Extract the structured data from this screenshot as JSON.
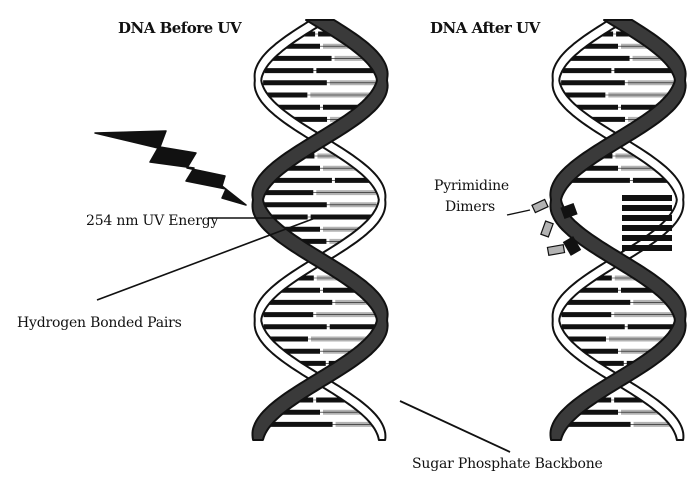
{
  "labels": {
    "before_title": "DNA Before UV",
    "after_title": "DNA After UV",
    "uv_energy": "254 nm UV Energy",
    "pyrimidine_line1": "Pyrimidine",
    "pyrimidine_line2": "Dimers",
    "hydrogen_pairs": "Hydrogen Bonded Pairs",
    "backbone": "Sugar Phosphate Backbone"
  },
  "colors": {
    "strand_dark": "#3a3a3a",
    "strand_light": "#ffffff",
    "outline": "#111111",
    "base_black": "#111111",
    "base_gray": "#b3b3b3",
    "background": "#ffffff"
  },
  "icons": {
    "uv": "lightning-bolt-icon"
  }
}
